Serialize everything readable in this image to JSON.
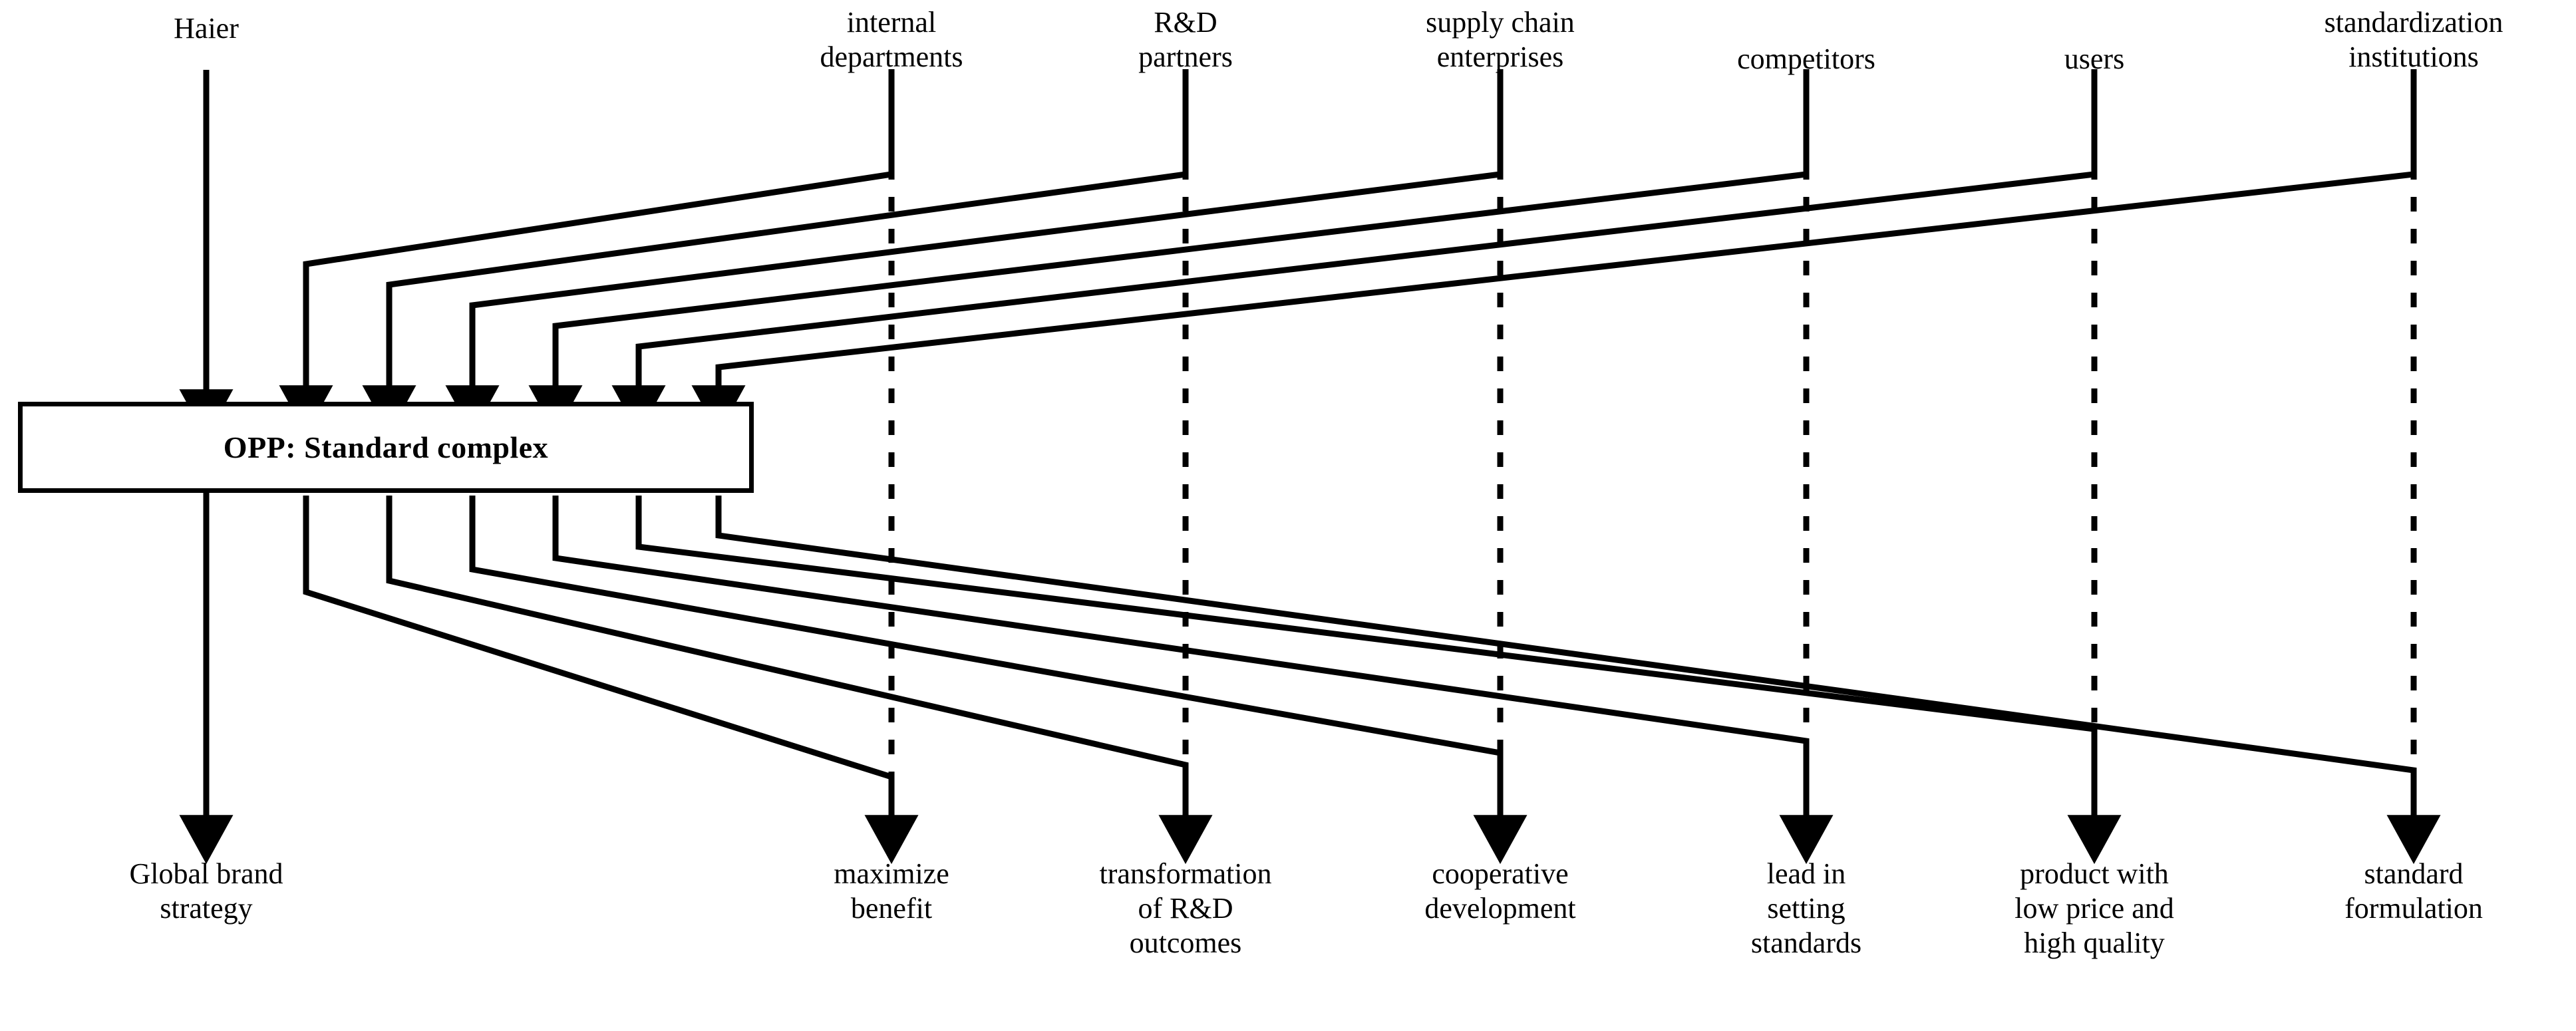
{
  "diagram": {
    "title_node": {
      "label": "OPP: Standard complex"
    },
    "origin": {
      "label": "Haier"
    },
    "origin_outcome": {
      "label": "Global brand\nstrategy"
    },
    "actors": [
      {
        "label": "internal\ndepartments"
      },
      {
        "label": "R&D\npartners"
      },
      {
        "label": "supply chain\nenterprises"
      },
      {
        "label": "competitors"
      },
      {
        "label": "users"
      },
      {
        "label": "standardization\ninstitutions"
      }
    ],
    "outcomes": [
      {
        "label": "maximize\nbenefit"
      },
      {
        "label": "transformation\nof R&D\noutcomes"
      },
      {
        "label": "cooperative\ndevelopment"
      },
      {
        "label": "lead in\nsetting\nstandards"
      },
      {
        "label": "product with\nlow price and\nhigh quality"
      },
      {
        "label": "standard\nformulation"
      }
    ],
    "colors": {
      "ink": "#000000",
      "paper": "#ffffff"
    }
  }
}
